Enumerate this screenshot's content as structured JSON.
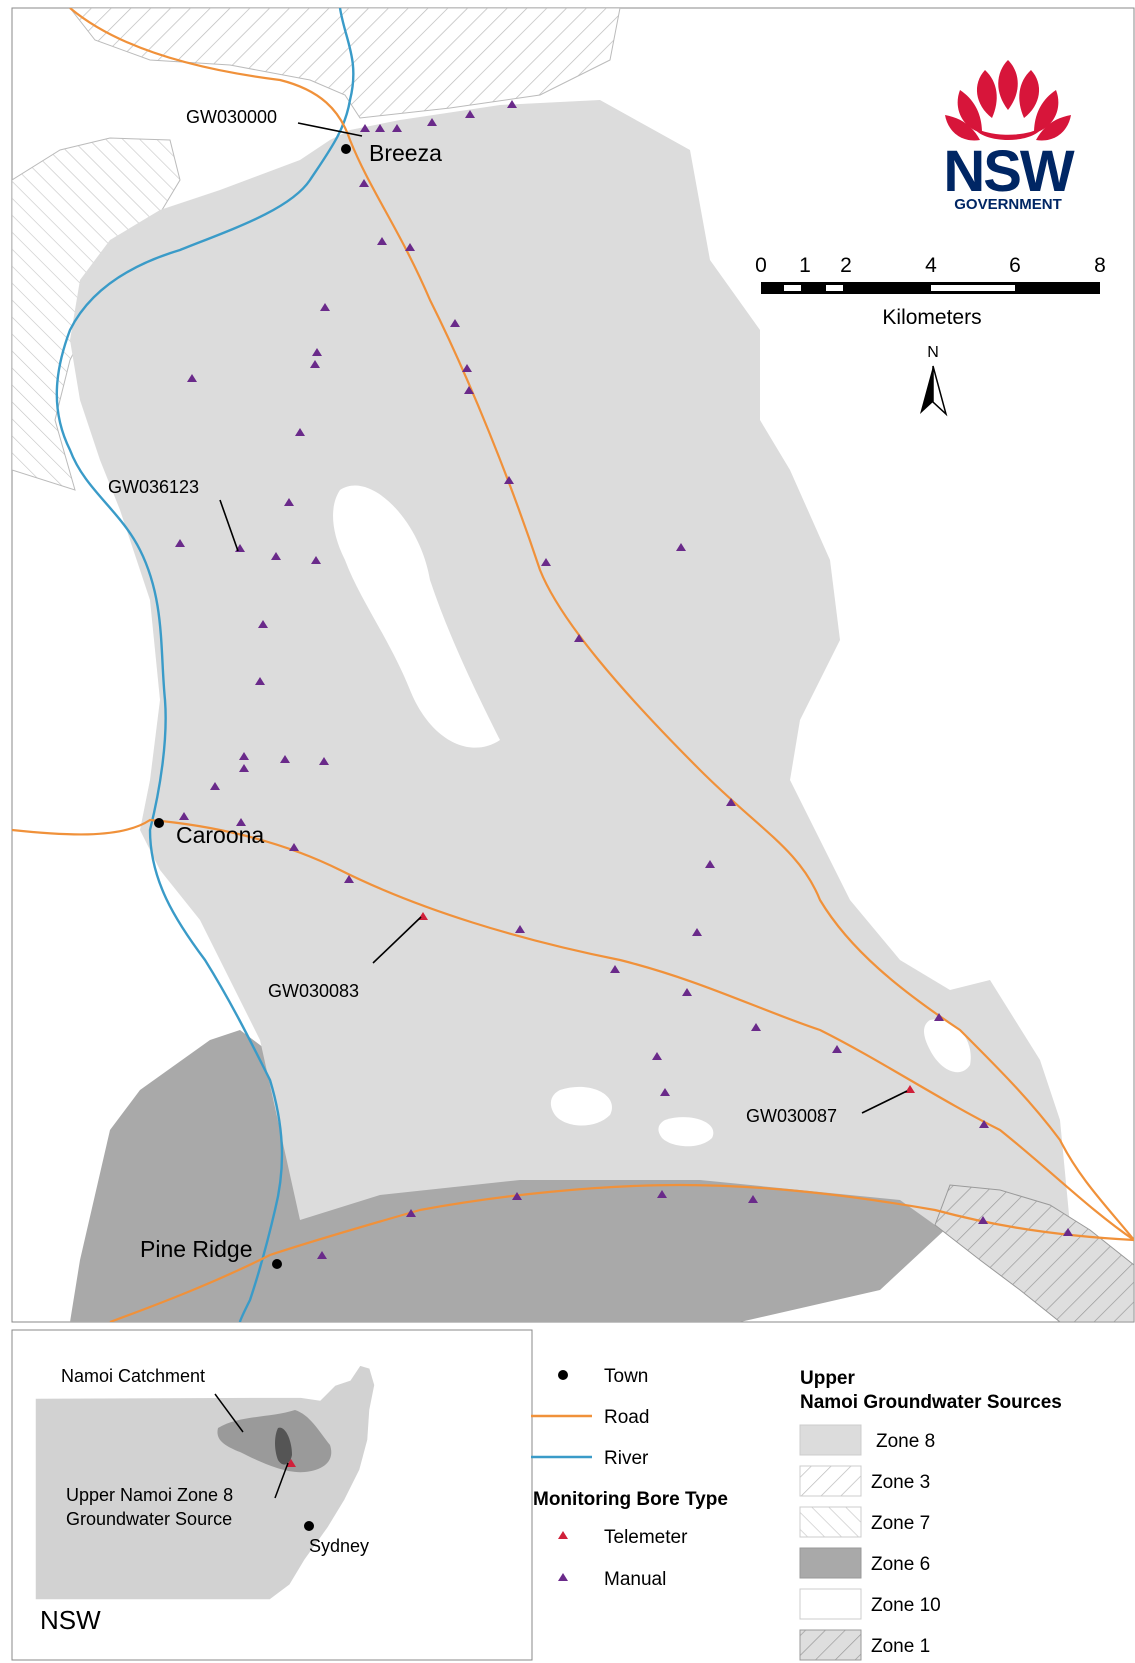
{
  "towns": {
    "breeza": "Breeza",
    "caroona": "Caroona",
    "pine_ridge": "Pine Ridge",
    "sydney": "Sydney"
  },
  "bore_labels": {
    "gw030000": "GW030000",
    "gw036123": "GW036123",
    "gw030083": "GW030083",
    "gw030087": "GW030087"
  },
  "logo": {
    "text": "NSW",
    "subtext": "GOVERNMENT"
  },
  "scale_bar": {
    "ticks": [
      "0",
      "1",
      "2",
      "4",
      "6",
      "8"
    ],
    "unit": "Kilometers"
  },
  "north_arrow": {
    "label": "N"
  },
  "inset": {
    "catchment_label": "Namoi Catchment",
    "source_label_line1": "Upper Namoi Zone 8",
    "source_label_line2": "Groundwater Source",
    "state_label": "NSW"
  },
  "legend": {
    "town": "Town",
    "road": "Road",
    "river": "River",
    "bore_type_title": "Monitoring Bore Type",
    "telemeter": "Telemeter",
    "manual": "Manual",
    "sources_title_line1": "Upper",
    "sources_title_line2": "Namoi Groundwater Sources",
    "zones": [
      "Zone 8",
      "Zone 3",
      "Zone 7",
      "Zone 6",
      "Zone 10",
      "Zone 1"
    ]
  },
  "colors": {
    "zone8": "#dcdcdc",
    "zone6": "#a9a9a9",
    "zone10": "#ffffff",
    "road": "#f0913a",
    "river": "#3a9bc8",
    "manual_bore": "#6a2a8a",
    "telemeter_bore": "#d0203a",
    "logo_red": "#d7153a",
    "logo_navy": "#002664"
  }
}
